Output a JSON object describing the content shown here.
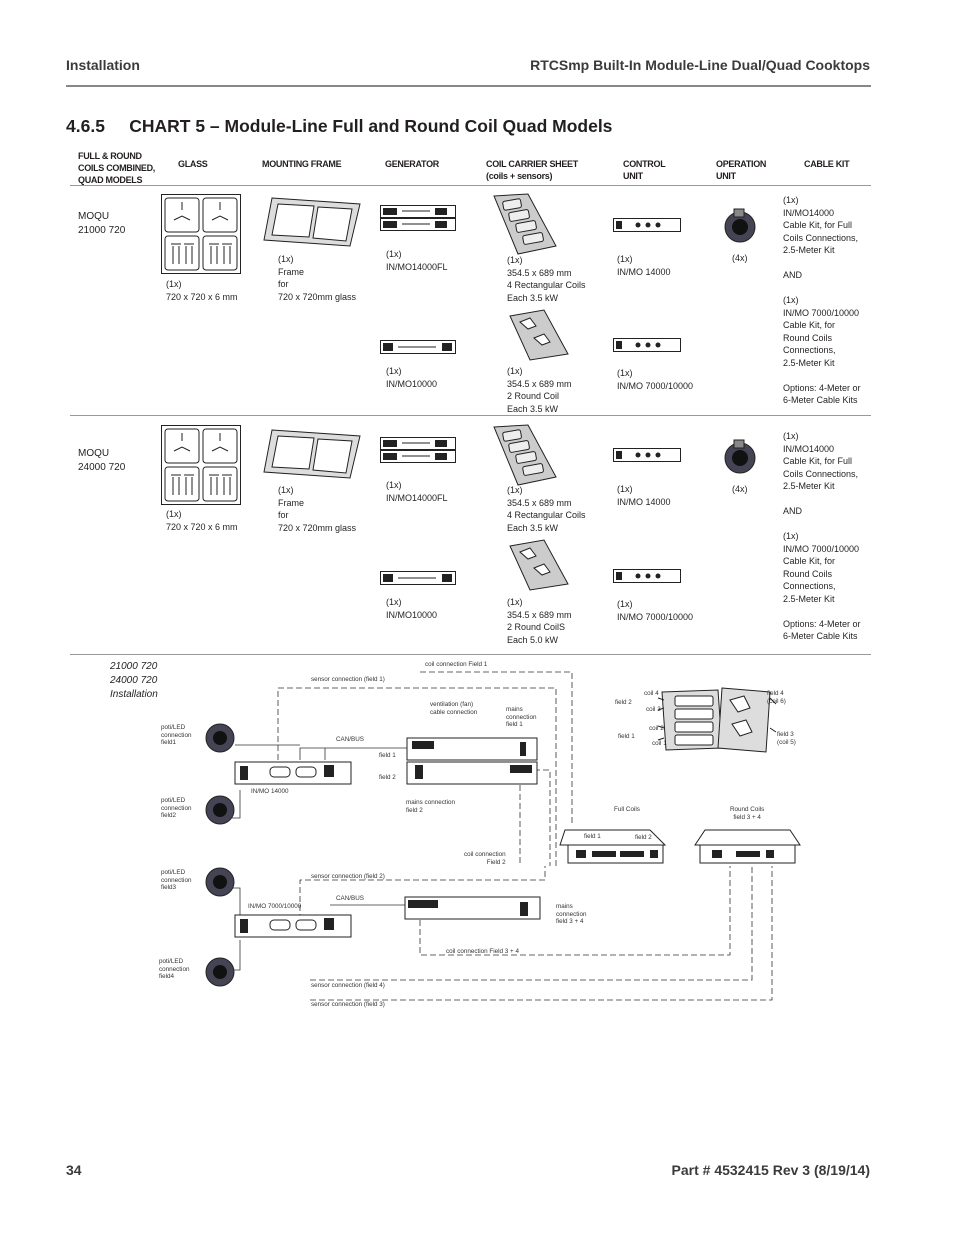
{
  "header": {
    "left": "Installation",
    "right": "RTCSmp Built-In Module-Line Dual/Quad Cooktops"
  },
  "section": {
    "title": "4.6.5     CHART 5 – Module-Line Full and Round Coil Quad Models"
  },
  "columns": [
    "FULL & ROUND\nCOILS COMBINED,\nQUAD MODELS",
    "GLASS",
    "MOUNTING FRAME",
    "GENERATOR",
    "COIL CARRIER SHEET\n(coils + sensors)",
    "CONTROL\nUNIT",
    "OPERATION\nUNIT",
    "CABLE KIT"
  ],
  "rows": [
    {
      "model": "MOQU\n21000 720",
      "glass": "(1x)\n720 x 720 x 6 mm",
      "frame": "(1x)\nFrame\nfor\n720 x 720mm glass",
      "gen1": "(1x)\nIN/MO14000FL",
      "gen2": "(1x)\nIN/MO10000",
      "coil1": "(1x)\n354.5 x 689 mm\n4 Rectangular Coils\nEach 3.5 kW",
      "coil2": "(1x)\n354.5 x 689 mm\n2 Round Coil\nEach 3.5 kW",
      "ctrl1": "(1x)\nIN/MO 14000",
      "ctrl2": "(1x)\nIN/MO 7000/10000",
      "op": "(4x)",
      "cable": "(1x)\nIN/MO14000\nCable Kit, for Full\nCoils Connections,\n2.5-Meter Kit\n\nAND\n\n(1x)\nIN/MO 7000/10000\nCable Kit, for\nRound Coils\nConnections,\n2.5-Meter Kit\n\nOptions: 4-Meter or\n6-Meter Cable Kits"
    },
    {
      "model": "MOQU\n24000 720",
      "glass": "(1x)\n720 x 720 x 6 mm",
      "frame": "(1x)\nFrame\nfor\n720 x 720mm glass",
      "gen1": "(1x)\nIN/MO14000FL",
      "gen2": "(1x)\nIN/MO10000",
      "coil1": "(1x)\n354.5 x 689 mm\n4 Rectangular Coils\nEach 3.5 kW",
      "coil2": "(1x)\n354.5 x 689 mm\n2 Round CoilS\nEach 5.0 kW",
      "ctrl1": "(1x)\nIN/MO 14000",
      "ctrl2": "(1x)\nIN/MO 7000/10000",
      "op": "(4x)",
      "cable": "(1x)\nIN/MO14000\nCable Kit, for Full\nCoils Connections,\n2.5-Meter Kit\n\nAND\n\n(1x)\nIN/MO 7000/10000\nCable Kit, for\nRound Coils\nConnections,\n2.5-Meter Kit\n\nOptions: 4-Meter or\n6-Meter Cable Kits"
    }
  ],
  "diagram": {
    "title": "21000 720\n24000 720\nInstallation",
    "labels": {
      "coil_f1": "coil connection Field 1",
      "sensor_f1": "sensor connection (field 1)",
      "vent": "ventilation (fan)\ncable connection",
      "mains_f1": "mains\nconnection\nfield 1",
      "canbus1": "CAN/BUS",
      "canbus2": "CAN/BUS",
      "field1": "field 1",
      "field2": "field 2",
      "inmo14000": "IN/MO 14000",
      "inmo7000": "IN/MO 7000/10000",
      "mains_f2": "mains connection\nfield 2",
      "poti1": "poti/LED\nconnection\nfield1",
      "poti2": "poti/LED\nconnection\nfield2",
      "poti3": "poti/LED\nconnection\nfield3",
      "poti4": "poti/LED\nconnection\nfield4",
      "coil4": "coil 4",
      "coil3": "coil 3",
      "coil2": "coil 2",
      "coil1": "coil 1",
      "top_field2": "field 2",
      "top_field1": "field 1",
      "field4_coil6": "field 4\n(coil 6)",
      "field3_coil5": "field 3\n(coil 5)",
      "full_coils": "Full Coils",
      "round_coils": "Round Coils\nfield 3 + 4",
      "hob_field1": "field 1",
      "hob_field2": "field 2",
      "coil_f2": "coil connection\nField 2",
      "sensor_f2": "sensor connection (field 2)",
      "mains_f34": "mains\nconnection\nfield 3 + 4",
      "coil_f34": "coil connection Field 3 + 4",
      "sensor_f4": "sensor connection (field 4)",
      "sensor_f3": "sensor connection (field 3)"
    }
  },
  "footer": {
    "left": "34",
    "right": "Part # 4532415 Rev 3 (8/19/14)"
  }
}
